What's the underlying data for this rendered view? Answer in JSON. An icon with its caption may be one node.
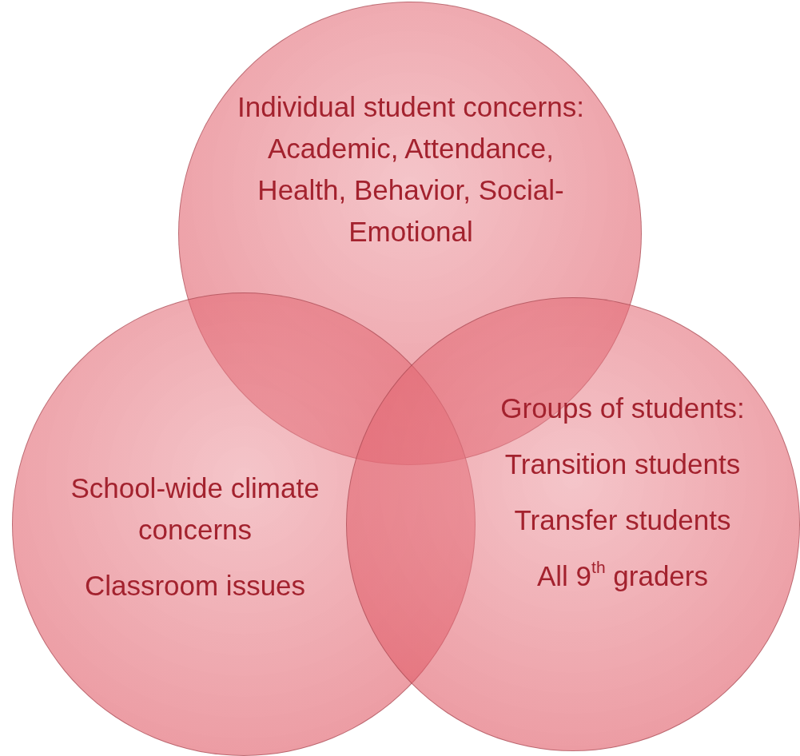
{
  "diagram": {
    "nodes": [
      {
        "text": [
          "Individual student concerns: Academic, Attendance, Health, Behavior, Social-Emotional"
        ]
      },
      {
        "text": [
          "School-wide climate concerns",
          "Classroom issues"
        ]
      },
      {
        "text": [
          "Groups of students:",
          "Transition students",
          "Transfer students",
          "All 9$^{th}$ graders"
        ]
      }
    ]
  }
}
